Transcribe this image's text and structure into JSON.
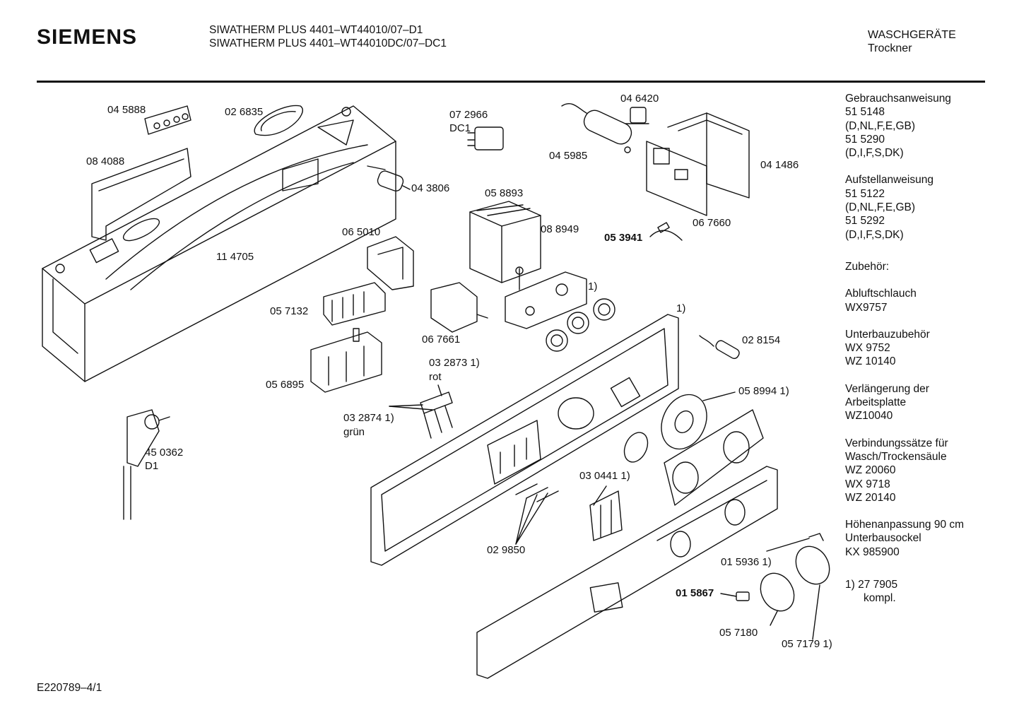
{
  "header": {
    "brand": "SIEMENS",
    "model_line_1": "SIWATHERM PLUS 4401–WT44010/07–D1",
    "model_line_2": "SIWATHERM PLUS 4401–WT44010DC/07–DC1",
    "category": "WASCHGERÄTE",
    "subcategory": "Trockner"
  },
  "sidebar": {
    "groups": [
      {
        "lines": [
          "Gebrauchsanweisung",
          "51 5148",
          "(D,NL,F,E,GB)",
          "51 5290",
          "(D,I,F,S,DK)"
        ]
      },
      {
        "lines": [
          "Aufstellanweisung",
          "51 5122",
          "(D,NL,F,E,GB)",
          "51 5292",
          "(D,I,F,S,DK)"
        ]
      },
      {
        "lines": [
          "Zubehör:"
        ]
      },
      {
        "lines": [
          "Abluftschlauch",
          "WX9757"
        ]
      },
      {
        "lines": [
          "Unterbauzubehör",
          "WX 9752",
          "WZ 10140"
        ]
      },
      {
        "lines": [
          "Verlängerung der",
          "Arbeitsplatte",
          "WZ10040"
        ]
      },
      {
        "lines": [
          "Verbindungssätze für",
          "Wasch/Trockensäule",
          "WZ 20060",
          "WX 9718",
          "WZ 20140"
        ]
      },
      {
        "lines": [
          "Höhenanpassung 90 cm",
          "Unterbausockel",
          "KX 985900"
        ]
      }
    ],
    "footnote_marker": "1)",
    "footnote_number": "27 7905",
    "footnote_text": "kompl."
  },
  "footer": {
    "document_id": "E220789–4/1"
  },
  "part_labels": [
    {
      "id": "p045888",
      "text": "04 5888"
    },
    {
      "id": "p026835",
      "text": "02 6835"
    },
    {
      "id": "p084088",
      "text": "08 4088"
    },
    {
      "id": "p114705",
      "text": "11 4705"
    },
    {
      "id": "p043806",
      "text": "04 3806"
    },
    {
      "id": "p072966",
      "text": "07 2966"
    },
    {
      "id": "p072966dc",
      "text": "DC1"
    },
    {
      "id": "p046420",
      "text": "04 6420"
    },
    {
      "id": "p045985",
      "text": "04 5985"
    },
    {
      "id": "p041486",
      "text": "04 1486"
    },
    {
      "id": "p058893",
      "text": "05 8893"
    },
    {
      "id": "p065010",
      "text": "06 5010"
    },
    {
      "id": "p088949",
      "text": "08 8949"
    },
    {
      "id": "p053941",
      "text": "05 3941"
    },
    {
      "id": "p067660",
      "text": "06 7660"
    },
    {
      "id": "p057132",
      "text": "05  7132"
    },
    {
      "id": "p067661",
      "text": "06 7661"
    },
    {
      "id": "p1a",
      "text": "1)"
    },
    {
      "id": "p1b",
      "text": "1)"
    },
    {
      "id": "p028154",
      "text": "02 8154"
    },
    {
      "id": "p056895",
      "text": "05 6895"
    },
    {
      "id": "p032873",
      "text": "03 2873 1)"
    },
    {
      "id": "p032873rot",
      "text": "rot"
    },
    {
      "id": "p058994",
      "text": "05 8994 1)"
    },
    {
      "id": "p032874",
      "text": "03 2874 1)"
    },
    {
      "id": "p032874gr",
      "text": "grün"
    },
    {
      "id": "p450362",
      "text": "45 0362"
    },
    {
      "id": "p450362d1",
      "text": "D1"
    },
    {
      "id": "p030441",
      "text": "03 0441 1)"
    },
    {
      "id": "p029850",
      "text": "02 9850"
    },
    {
      "id": "p015936",
      "text": "01 5936 1)"
    },
    {
      "id": "p015867",
      "text": "01 5867"
    },
    {
      "id": "p057180",
      "text": "05 7180"
    },
    {
      "id": "p057179",
      "text": "05 7179 1)"
    }
  ]
}
